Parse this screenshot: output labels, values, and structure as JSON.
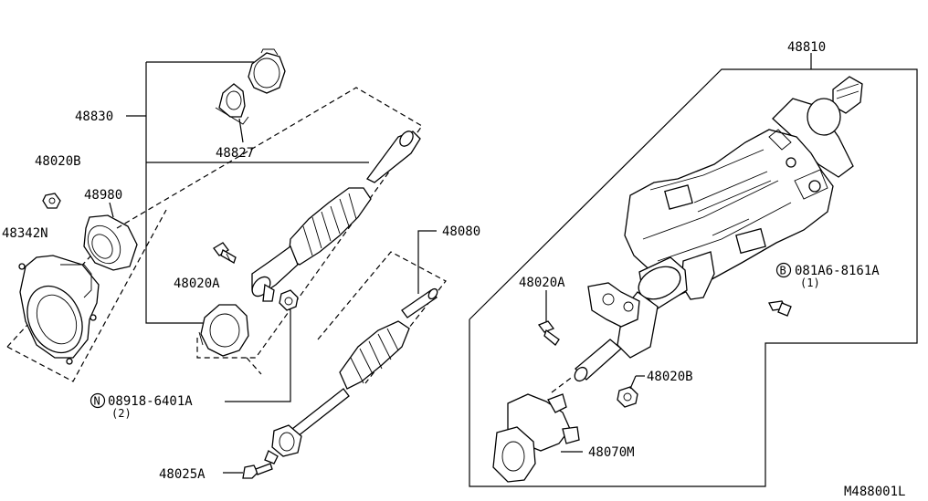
{
  "labels": {
    "p48810": "48810",
    "p48830": "48830",
    "p48827": "48827",
    "p48020B_top": "48020B",
    "p48980": "48980",
    "p48342N": "48342N",
    "p48020A_left": "48020A",
    "p48080": "48080",
    "p48020A_right": "48020A",
    "p48020B_right": "48020B",
    "p48070M": "48070M",
    "p48025A": "48025A",
    "nut_code": "08918-6401A",
    "nut_qty": "(2)",
    "nut_symbol": "N",
    "bolt_code": "081A6-8161A",
    "bolt_qty": "(1)",
    "bolt_symbol": "B",
    "diagram_id": "M488001L"
  }
}
